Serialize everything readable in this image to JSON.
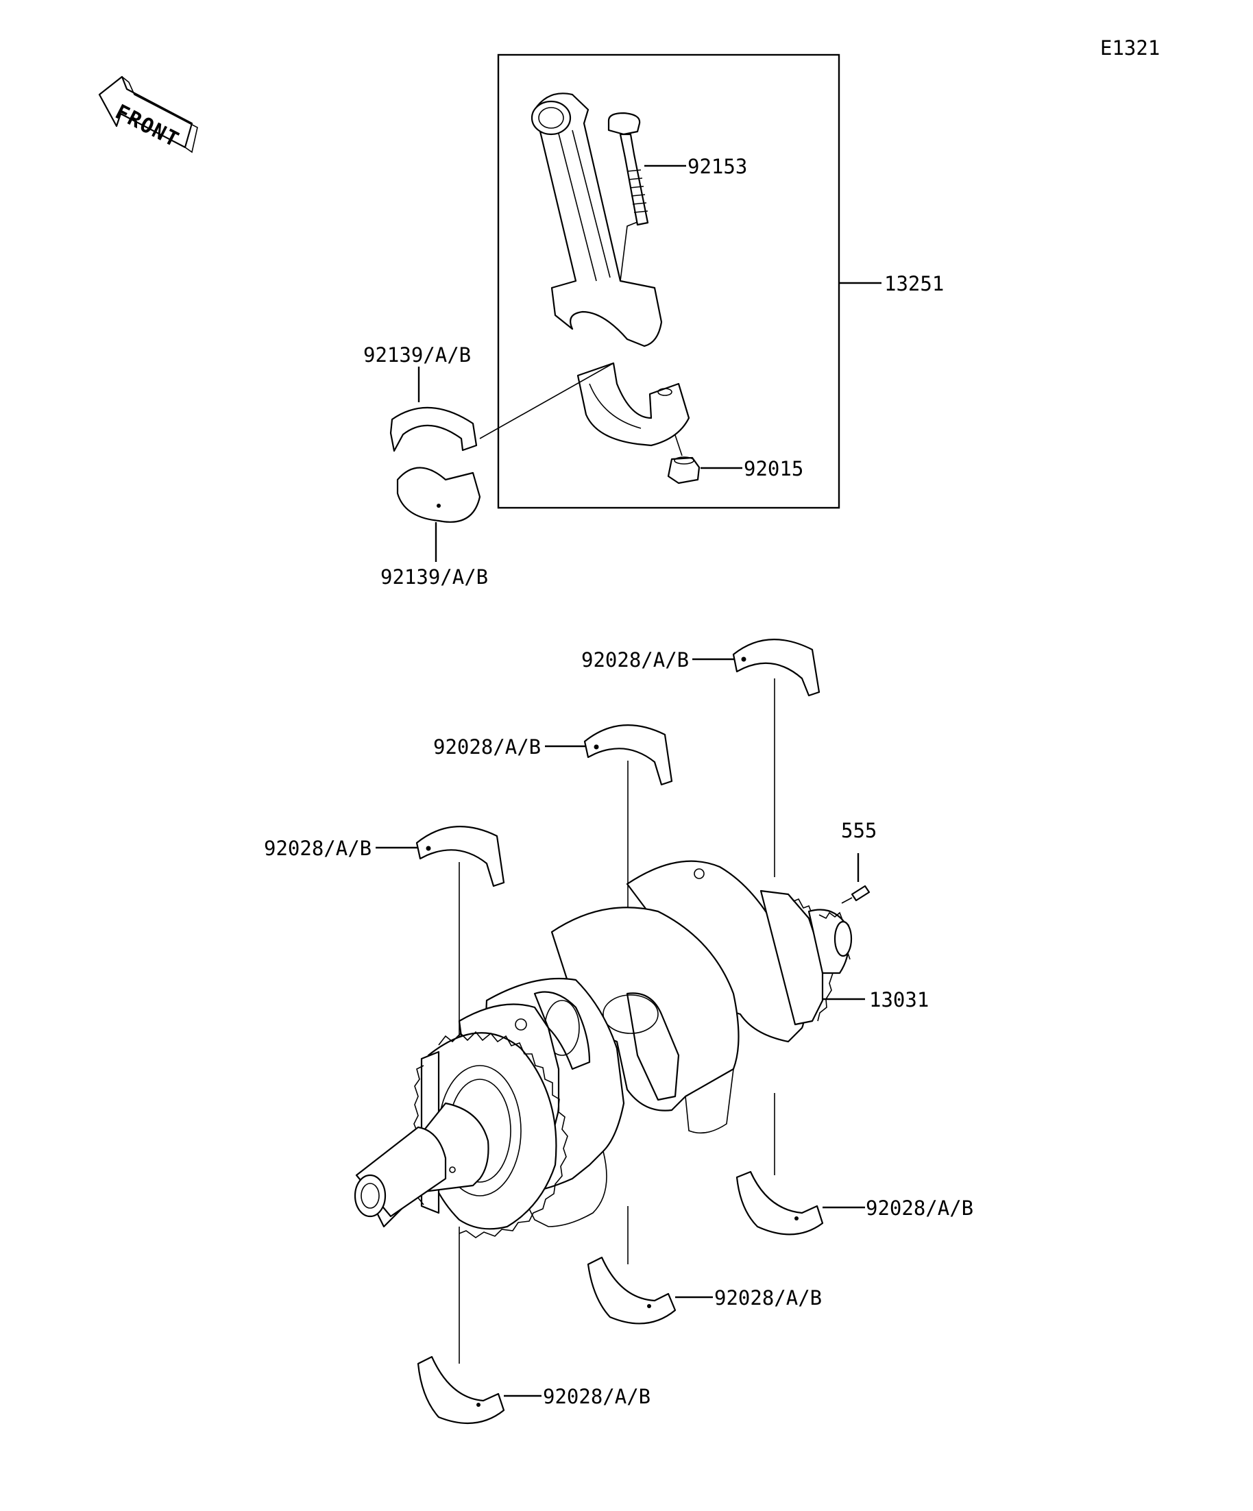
{
  "diagram": {
    "code": "E1321",
    "front_arrow": {
      "text": "FRONT",
      "icon": "front-arrow-icon"
    },
    "parts": [
      {
        "id": "92153"
      },
      {
        "id": "13251"
      },
      {
        "id": "92139/A/B"
      },
      {
        "id": "92139/A/B"
      },
      {
        "id": "92015"
      },
      {
        "id": "92028/A/B"
      },
      {
        "id": "92028/A/B"
      },
      {
        "id": "92028/A/B"
      },
      {
        "id": "555"
      },
      {
        "id": "13031"
      },
      {
        "id": "92028/A/B"
      },
      {
        "id": "92028/A/B"
      },
      {
        "id": "92028/A/B"
      }
    ]
  }
}
